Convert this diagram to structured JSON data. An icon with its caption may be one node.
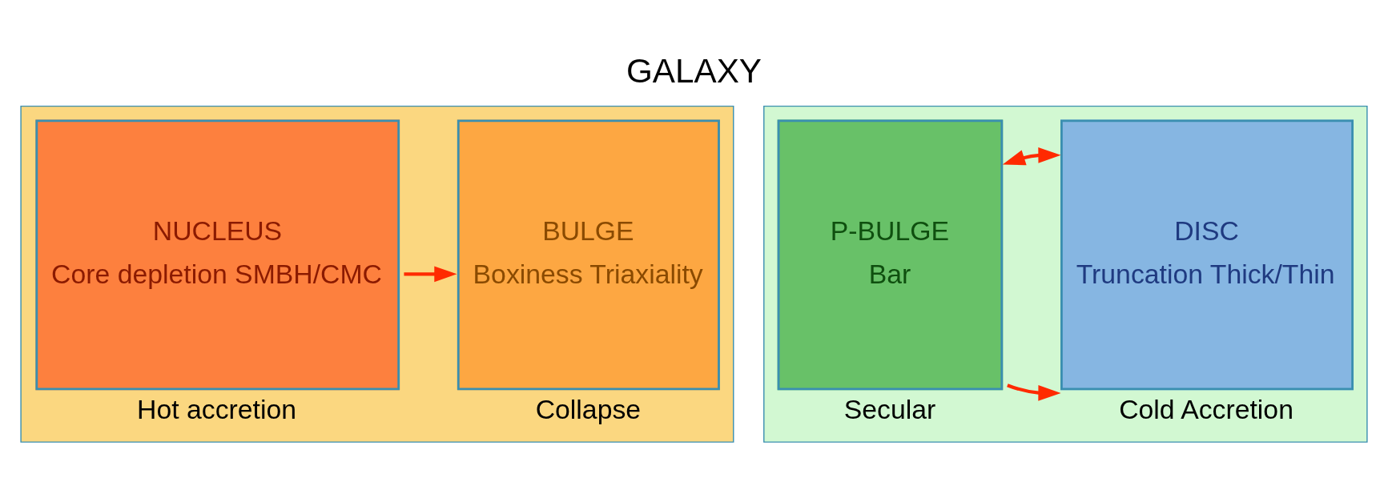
{
  "diagram": {
    "title": "GALAXY",
    "nodes": [
      {
        "text": [],
        "shape": "box"
      },
      {
        "text": [
          "NUCLEUS",
          "Core depletion SMBH/CMC"
        ],
        "in": 0,
        "beside": [
          "Hot accretion"
        ]
      },
      {
        "text": [
          "BULGE",
          "Boxiness Triaxiality"
        ],
        "in": 0,
        "beside": [
          "Collapse"
        ]
      },
      {
        "text": [],
        "shape": "box"
      },
      {
        "text": [
          "P-BULGE",
          "Bar"
        ],
        "in": 3,
        "beside": [
          "Secular"
        ]
      },
      {
        "text": [
          "DISC",
          "Truncation Thick/Thin"
        ],
        "in": 3,
        "beside": [
          "Cold Accretion"
        ]
      }
    ],
    "edges": [
      {
        "from": 1,
        "to": 2,
        "arrow": "to"
      },
      {
        "from": 4,
        "to": 5,
        "arrow": "to"
      },
      {
        "from": 4,
        "to": 5,
        "arrow": "both"
      }
    ]
  }
}
